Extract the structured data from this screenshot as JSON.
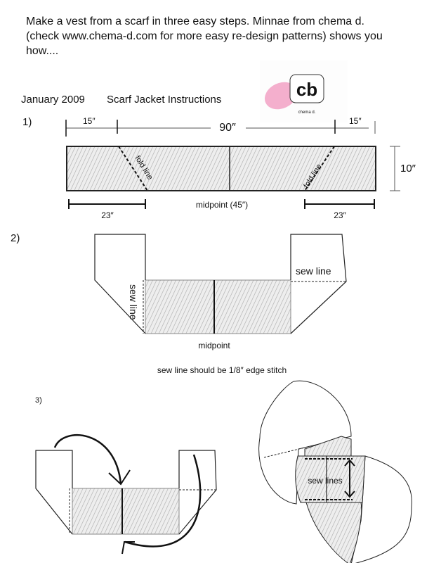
{
  "intro": "Make a vest from a scarf in three easy steps.  Minnae from chema d. (check www.chema-d.com for more easy re-design patterns) shows you how....",
  "date": "January 2009",
  "title": "Scarf Jacket Instructions",
  "logo": {
    "monogram": "cb",
    "caption": "chema d.",
    "accent": "#e8609a"
  },
  "step1": {
    "label": "1)",
    "dim_left_top": "15″",
    "dim_total": "90″",
    "dim_right_top": "15″",
    "dim_height": "10″",
    "dim_left_bottom": "23″",
    "dim_right_bottom": "23″",
    "midpoint": "midpoint (45″)",
    "fold_left": "fold line",
    "fold_right": "fold line"
  },
  "step2": {
    "label": "2)",
    "sew_left": "sew line",
    "sew_right": "sew line",
    "midpoint": "midpoint",
    "note": "sew line should be 1/8″ edge stitch"
  },
  "step3": {
    "label": "3)",
    "sew_lines": "sew lines"
  }
}
